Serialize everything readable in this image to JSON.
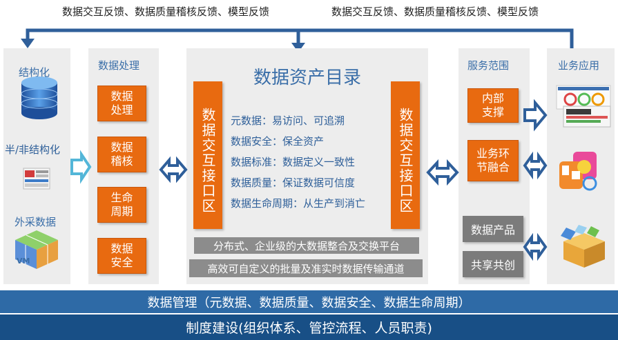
{
  "feedback": {
    "left": "数据交互反馈、数据质量稽核反馈、模型反馈",
    "right": "数据交互反馈、数据质量稽核反馈、模型反馈"
  },
  "sources": {
    "structured": "结构化",
    "semi_structured": "半/非结构化",
    "external": "外采数据",
    "vm_logo_text": "VM"
  },
  "processing": {
    "title": "数据处理",
    "items": [
      "数据\n处理",
      "数据\n稽核",
      "生命\n周期",
      "数据\n安全"
    ]
  },
  "catalog": {
    "title": "数据资产目录",
    "left_interface": "数据交互接口区",
    "right_interface": "数据交互接口区",
    "lines": [
      "元数据：易访问、可追溯",
      "数据安全：保全资产",
      "数据标准：数据定义一致性",
      "数据质量：保证数据可信度",
      "数据生命周期：从生产到消亡"
    ],
    "platform_bar": "分布式、企业级的大数据整合及交换平台",
    "channel_bar": "高效可自定义的批量及准实时数据传输通道"
  },
  "service": {
    "title": "服务范围",
    "items": [
      "内部\n支撑",
      "业务环\n节融合"
    ],
    "grey_items": [
      "数据产品",
      "共享共创"
    ]
  },
  "application": {
    "title": "业务应用"
  },
  "bottom": {
    "management": "数据管理（元数据、数据质量、数据安全、数据生命周期）",
    "system": "制度建设(组织体系、管控流程、人员职责)"
  },
  "colors": {
    "orange": "#e86a10",
    "blue_arrow": "#2f5f9a",
    "panel_bg": "#ededed",
    "management_bar": "#2e6aa6",
    "system_bar": "#184f86"
  }
}
